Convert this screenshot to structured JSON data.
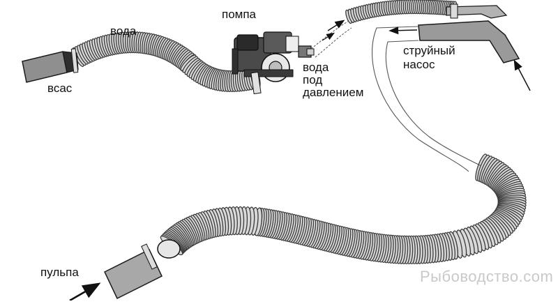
{
  "labels": {
    "suction": "всас",
    "water": "вода",
    "pump": "помпа",
    "pressure_line1": "вода",
    "pressure_line2": "под",
    "pressure_line3": "давлением",
    "jet_line1": "струйный",
    "jet_line2": "насос",
    "pulp": "пульпа"
  },
  "watermark": "Рыбоводство.com",
  "colors": {
    "hose_dark": "#3a3a3a",
    "hose_light": "#d9d9d9",
    "pipe_fill": "#9a9a9a",
    "outline": "#1a1a1a"
  }
}
